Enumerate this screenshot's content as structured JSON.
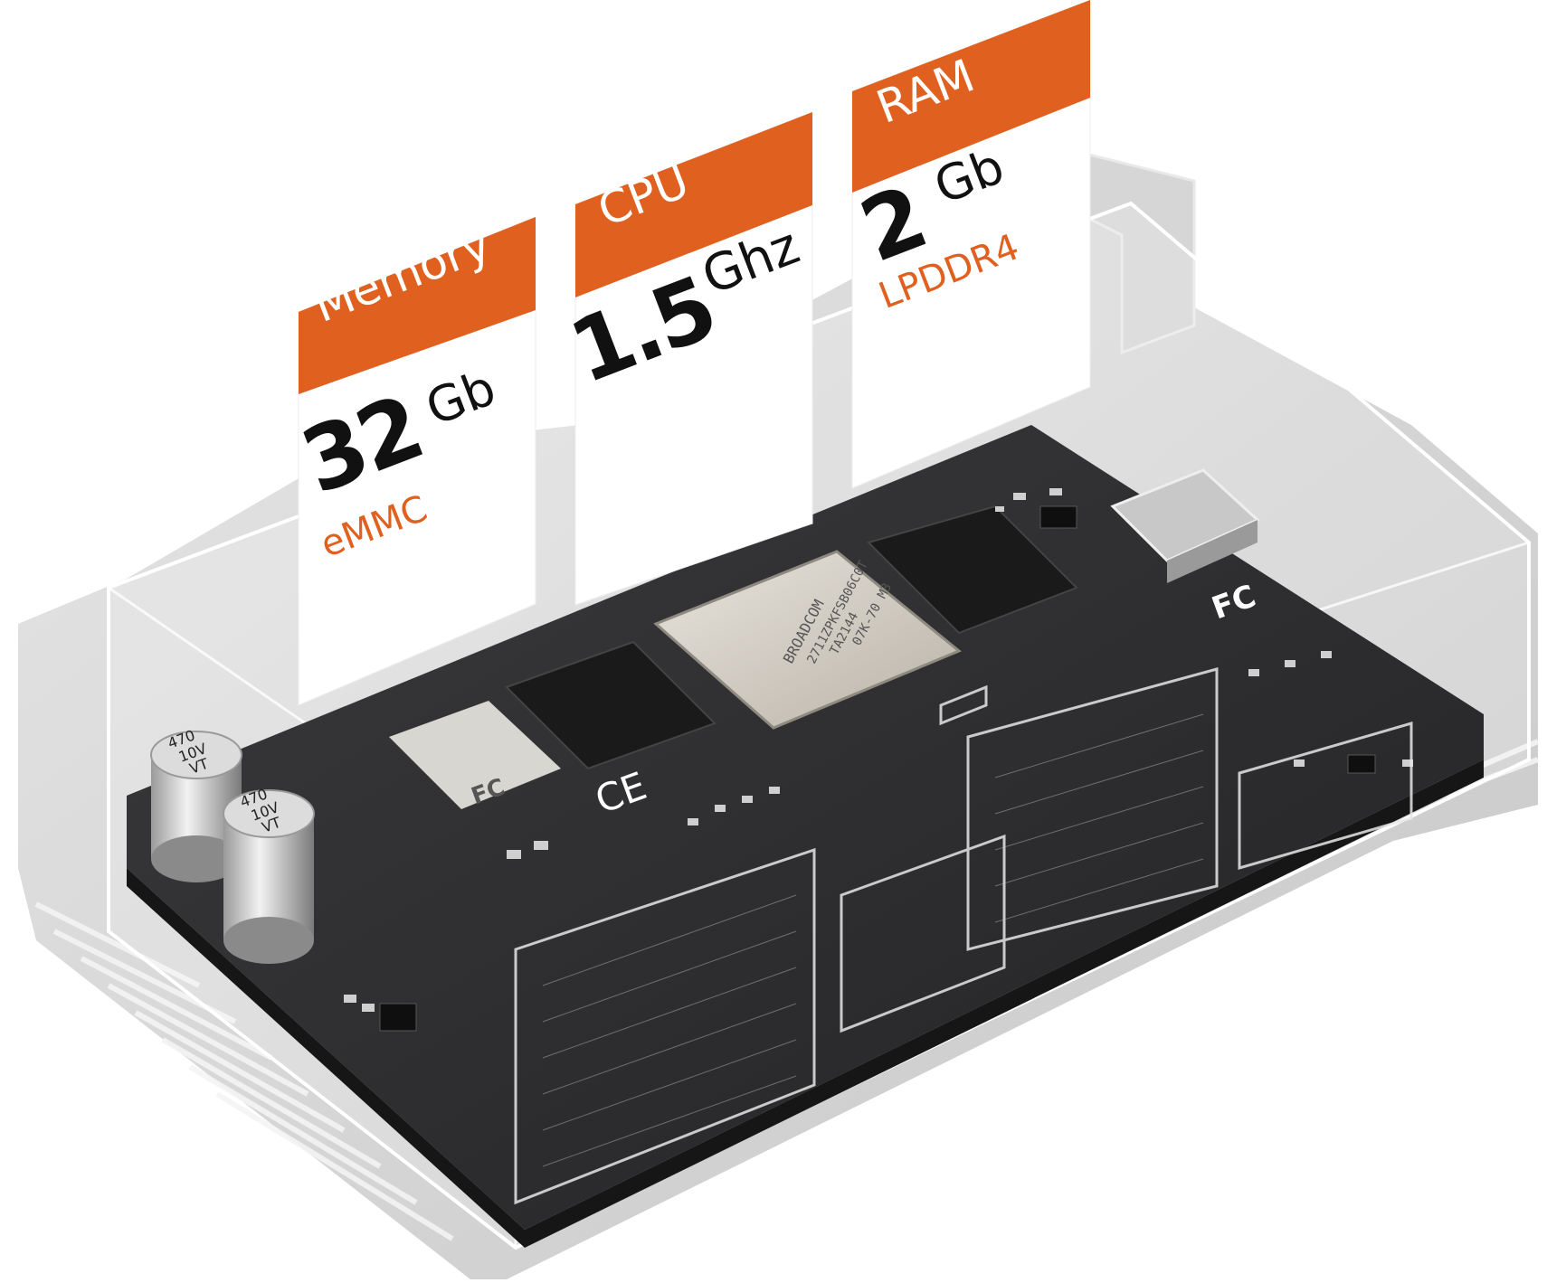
{
  "colors": {
    "accent": "#e0601f",
    "card": "#ffffff",
    "board": "#2c2c2e",
    "enclosure": "#cfcfcf"
  },
  "cards": {
    "memory": {
      "title": "Memory",
      "value": "32",
      "unit": "Gb",
      "sub": "eMMC"
    },
    "cpu": {
      "title": "CPU",
      "value": "1.5",
      "unit": "Ghz"
    },
    "ram": {
      "title": "RAM",
      "value": "2",
      "unit": "Gb",
      "sub": "LPDDR4"
    }
  },
  "board": {
    "cpu_chip": [
      "BROADCOM",
      "2711ZPKFSB06C0T",
      "TA2144",
      "07K-70 M3"
    ],
    "marks": [
      "CE",
      "FC",
      "FC"
    ],
    "capacitors": [
      [
        "470",
        "10V",
        "VT"
      ],
      [
        "470",
        "10V",
        "VT"
      ]
    ]
  }
}
